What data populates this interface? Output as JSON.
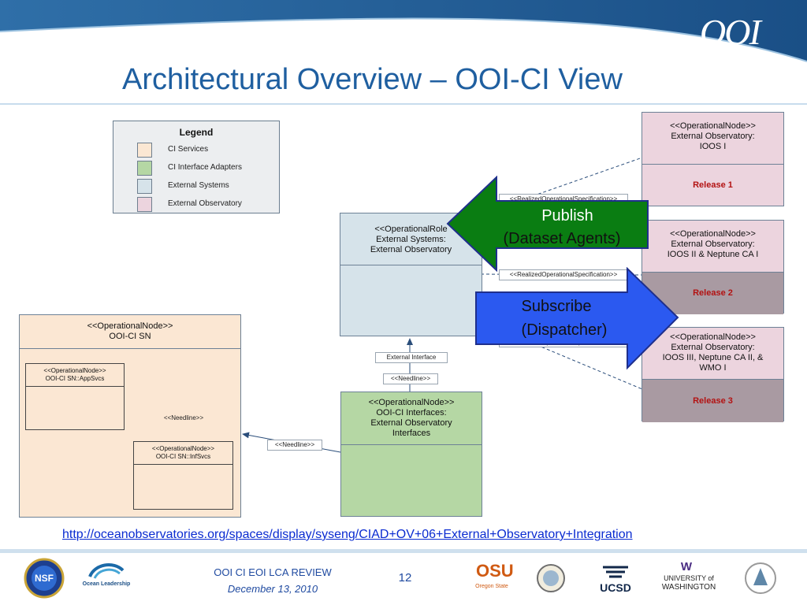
{
  "slide": {
    "title": "Architectural Overview – OOI-CI View",
    "link": "http://oceanobservatories.org/spaces/display/syseng/CIAD+OV+06+External+Observatory+Integration"
  },
  "header": {
    "logo_text": "OOI"
  },
  "legend": {
    "title": "Legend",
    "items": [
      {
        "label": "CI Services",
        "color": "#fbe7d3"
      },
      {
        "label": "CI Interface Adapters",
        "color": "#b5d7a4"
      },
      {
        "label": "External Systems",
        "color": "#d6e3ea"
      },
      {
        "label": "External Observatory",
        "color": "#ecd4de"
      }
    ]
  },
  "diagram": {
    "ci_sn": {
      "stereotype": "<<OperationalNode>>",
      "name": "OOI-CI SN"
    },
    "appsvcs": {
      "stereotype": "<<OperationalNode>>",
      "name": "OOI-CI SN::AppSvcs"
    },
    "infsvcs": {
      "stereotype": "<<OperationalNode>>",
      "name": "OOI-CI SN::InfSvcs"
    },
    "needline_inner": "<<Needline>>",
    "needline_left": "<<Needline>>",
    "needline_upper": "<<Needline>>",
    "external_interface": "External Interface",
    "external_systems": {
      "line1": "<<OperationalRole",
      "line2": "External Systems:",
      "line3": "External Observatory"
    },
    "interfaces": {
      "line1": "<<OperationalNode>>",
      "line2": "OOI-CI Interfaces:",
      "line3": "External Observatory",
      "line4": "Interfaces"
    },
    "realized_spec_1": "<<RealizedOperationalSpecification>>",
    "realized_spec_2": "<<RealizedOperationalSpecification>>",
    "realized_spec_3": "<<RealizedOperationalSpecification>>",
    "obs1": {
      "line1": "<<OperationalNode>>",
      "line2": "External Observatory:",
      "line3": "IOOS I",
      "release": "Release 1"
    },
    "obs2": {
      "line1": "<<OperationalNode>>",
      "line2": "External Observatory:",
      "line3": "IOOS II & Neptune CA I",
      "release": "Release 2"
    },
    "obs3": {
      "line1": "<<OperationalNode>>",
      "line2": "External Observatory:",
      "line3": "IOOS III, Neptune CA II, &",
      "line4": "WMO I",
      "release": "Release 3"
    },
    "publish": {
      "line1": "Publish",
      "line2": "(Dataset Agents)"
    },
    "subscribe": {
      "line1": "Subscribe",
      "line2": "(Dispatcher)"
    }
  },
  "footer": {
    "review_title": "OOI CI EOI LCA REVIEW",
    "date": "December 13, 2010",
    "page_number": "12",
    "logos": {
      "nsf": "NSF",
      "ocean_leadership_1": "Ocean Leadership",
      "osu": "OSU",
      "osu_sub": "Oregon State",
      "ucsd": "UCSD",
      "uw_1": "UNIVERSITY of",
      "uw_2": "WASHINGTON",
      "uw_w": "W"
    }
  }
}
